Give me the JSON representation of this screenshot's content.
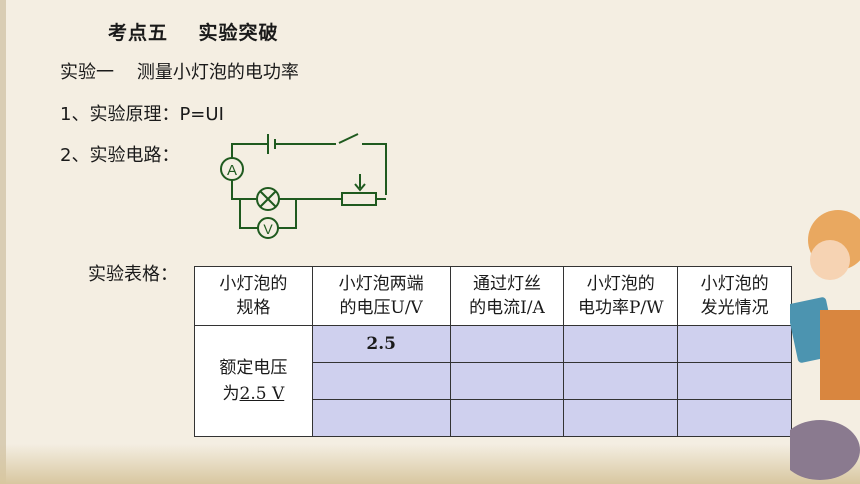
{
  "section_title": "考点五    实验突破",
  "experiment_title": "实验一    测量小灯泡的电功率",
  "principle": "1、实验原理：P=UI",
  "circuit_label": "2、实验电路：",
  "table_label": "实验表格：",
  "circuit_symbols": {
    "ammeter": "A",
    "voltmeter": "V"
  },
  "table": {
    "headers": [
      [
        "小灯泡的",
        "规格"
      ],
      [
        "小灯泡两端",
        "的电压U/V"
      ],
      [
        "通过灯丝",
        "的电流I/A"
      ],
      [
        "小灯泡的",
        "电功率P/W"
      ],
      [
        "小灯泡的",
        "发光情况"
      ]
    ],
    "spec_line1": "额定电压",
    "spec_prefix": "为",
    "spec_value": "2.5 V",
    "voltage_values": [
      "2.5",
      "",
      ""
    ]
  }
}
